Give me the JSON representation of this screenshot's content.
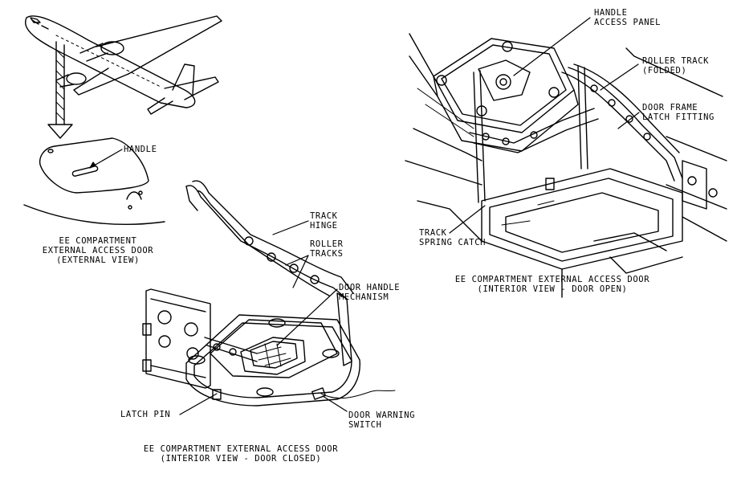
{
  "figure": {
    "external_view": {
      "callouts": {
        "handle": "HANDLE"
      },
      "caption": [
        "EE COMPARTMENT",
        "EXTERNAL ACCESS DOOR",
        "(EXTERNAL VIEW)"
      ]
    },
    "interior_closed": {
      "callouts": {
        "track_hinge": [
          "TRACK",
          "HINGE"
        ],
        "roller_tracks": [
          "ROLLER",
          "TRACKS"
        ],
        "door_handle_mechanism": [
          "DOOR HANDLE",
          "MECHANISM"
        ],
        "latch_pin": "LATCH PIN",
        "door_warning_switch": [
          "DOOR WARNING",
          "SWITCH"
        ]
      },
      "caption": [
        "EE COMPARTMENT EXTERNAL ACCESS DOOR",
        "(INTERIOR VIEW - DOOR CLOSED)"
      ]
    },
    "interior_open": {
      "callouts": {
        "handle_access_panel": [
          "HANDLE",
          "ACCESS PANEL"
        ],
        "roller_track_folded": [
          "ROLLER TRACK",
          "(FOLDED)"
        ],
        "door_frame_latch_fitting": [
          "DOOR FRAME",
          "LATCH FITTING"
        ],
        "track_spring_catch": [
          "TRACK",
          "SPRING CATCH"
        ]
      },
      "caption": [
        "EE COMPARTMENT EXTERNAL ACCESS DOOR",
        "(INTERIOR VIEW - DOOR OPEN)"
      ]
    }
  }
}
